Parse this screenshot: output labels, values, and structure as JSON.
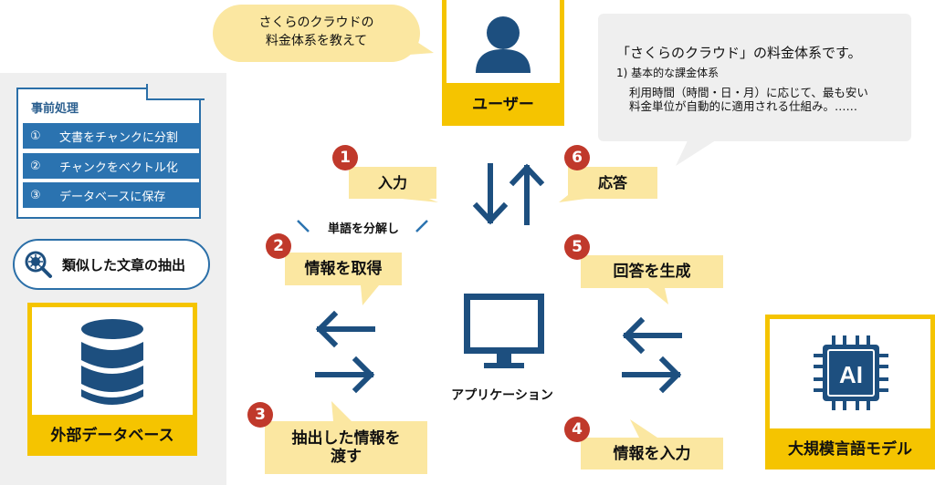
{
  "user_bubble": {
    "line1": "さくらのクラウドの",
    "line2": "料金体系を教えて"
  },
  "user": {
    "label": "ユーザー"
  },
  "response": {
    "line1": "「さくらのクラウド」の料金体系です。",
    "line2": "1) 基本的な課金体系",
    "line3": "利用時間（時間・日・月）に応じて、最も安い",
    "line4": "料金単位が自動的に適用される仕組み。……"
  },
  "preprocess": {
    "title": "事前処理",
    "steps": [
      {
        "num": "①",
        "text": "文書をチャンクに分割"
      },
      {
        "num": "②",
        "text": "チャンクをベクトル化"
      },
      {
        "num": "③",
        "text": "データベースに保存"
      }
    ]
  },
  "search": {
    "label": "類似した文章の抽出"
  },
  "database": {
    "label": "外部データベース"
  },
  "llm": {
    "label": "大規模言語モデル",
    "chip": "AI"
  },
  "app": {
    "label": "アプリケーション"
  },
  "steps": {
    "s1": {
      "num": "1",
      "label": "入力"
    },
    "s2": {
      "num": "2",
      "label": "情報を取得",
      "note": "単語を分解し"
    },
    "s3": {
      "num": "3",
      "line1": "抽出した情報を",
      "line2": "渡す"
    },
    "s4": {
      "num": "4",
      "label": "情報を入力"
    },
    "s5": {
      "num": "5",
      "label": "回答を生成"
    },
    "s6": {
      "num": "6",
      "label": "応答"
    }
  },
  "colors": {
    "navy": "#1d4f7f",
    "blue": "#2b73b0",
    "yellow": "#f5c400",
    "light_yellow": "#fbe7a1",
    "red": "#c0392b",
    "gray": "#efefef"
  }
}
